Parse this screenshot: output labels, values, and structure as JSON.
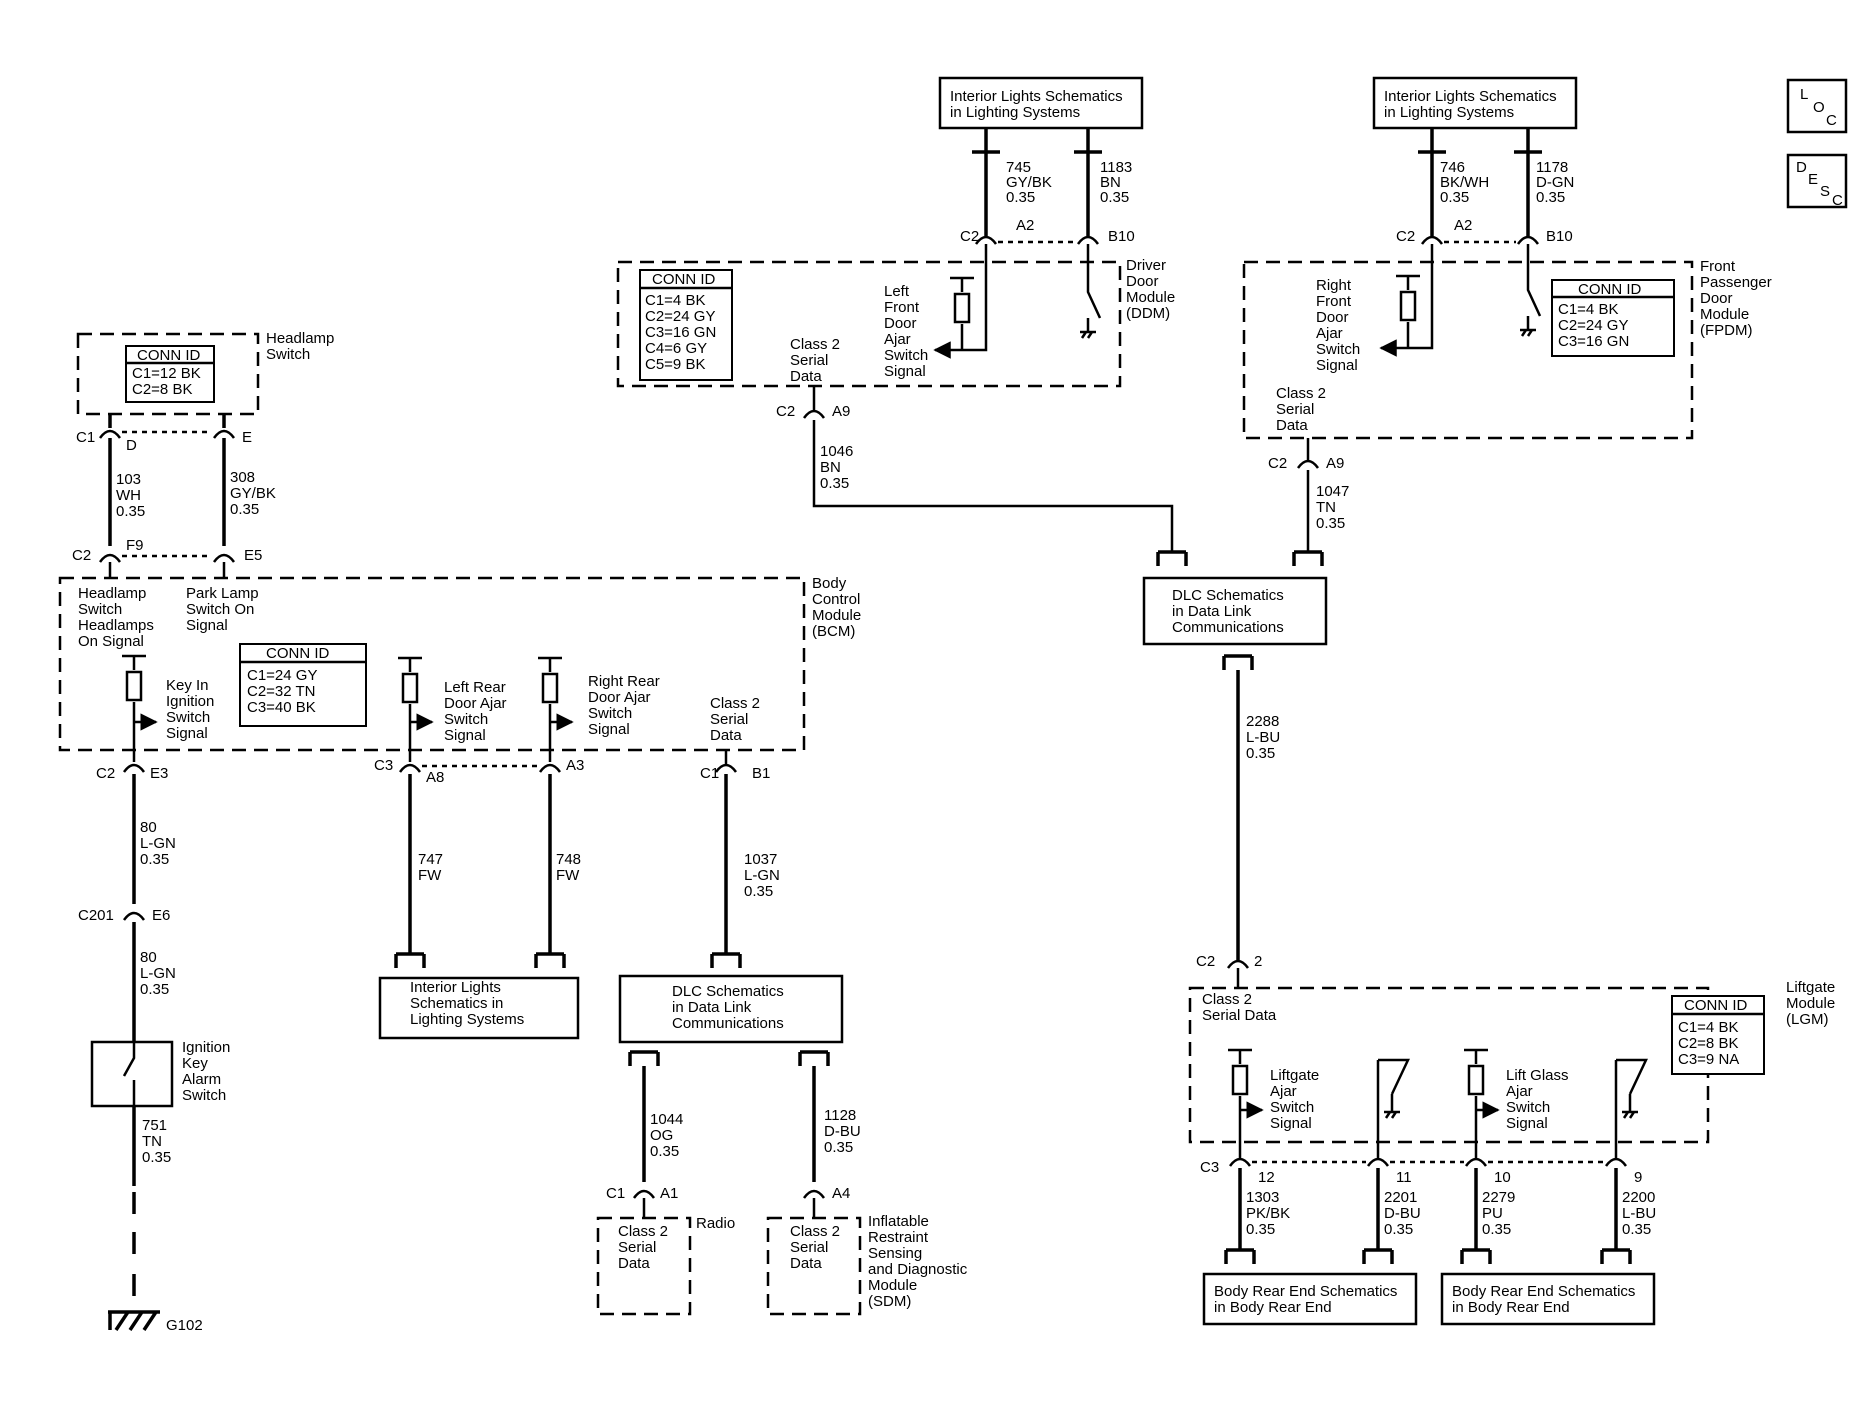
{
  "loc_desc": {
    "loc": [
      "L",
      "O",
      "C"
    ],
    "desc": [
      "D",
      "E",
      "S",
      "C"
    ]
  },
  "modules": {
    "headlamp": {
      "name": [
        "Headlamp",
        "Switch"
      ],
      "conn_title": "CONN ID",
      "conn": [
        "C1=12 BK",
        "C2=8 BK"
      ]
    },
    "bcm": {
      "name": [
        "Body",
        "Control",
        "Module",
        "(BCM)"
      ],
      "conn_title": "CONN ID",
      "conn": [
        "C1=24 GY",
        "C2=32 TN",
        "C3=40 BK"
      ],
      "sig_headlamp": [
        "Headlamp",
        "Switch",
        "Headlamps",
        "On Signal"
      ],
      "sig_park": [
        "Park Lamp",
        "Switch On",
        "Signal"
      ],
      "sig_keyin": [
        "Key In",
        "Ignition",
        "Switch",
        "Signal"
      ],
      "sig_lr": [
        "Left Rear",
        "Door Ajar",
        "Switch",
        "Signal"
      ],
      "sig_rr": [
        "Right Rear",
        "Door Ajar",
        "Switch",
        "Signal"
      ],
      "sig_class2": [
        "Class 2",
        "Serial",
        "Data"
      ]
    },
    "ddm": {
      "name": [
        "Driver",
        "Door",
        "Module",
        "(DDM)"
      ],
      "conn_title": "CONN ID",
      "conn": [
        "C1=4 BK",
        "C2=24 GY",
        "C3=16 GN",
        "C4=6 GY",
        "C5=9 BK"
      ],
      "sig_class2": [
        "Class 2",
        "Serial",
        "Data"
      ],
      "sig_ajar": [
        "Left",
        "Front",
        "Door",
        "Ajar",
        "Switch",
        "Signal"
      ]
    },
    "fpdm": {
      "name": [
        "Front",
        "Passenger",
        "Door",
        "Module",
        "(FPDM)"
      ],
      "conn_title": "CONN ID",
      "conn": [
        "C1=4 BK",
        "C2=24 GY",
        "C3=16 GN"
      ],
      "sig_class2": [
        "Class 2",
        "Serial",
        "Data"
      ],
      "sig_ajar": [
        "Right",
        "Front",
        "Door",
        "Ajar",
        "Switch",
        "Signal"
      ]
    },
    "lgm": {
      "name": [
        "Liftgate",
        "Module",
        "(LGM)"
      ],
      "conn_title": "CONN ID",
      "conn": [
        "C1=4 BK",
        "C2=8 BK",
        "C3=9 NA"
      ],
      "sig_class2": [
        "Class 2",
        "Serial Data"
      ],
      "sig_liftgate": [
        "Liftgate",
        "Ajar",
        "Switch",
        "Signal"
      ],
      "sig_liftglass": [
        "Lift Glass",
        "Ajar",
        "Switch",
        "Signal"
      ]
    },
    "radio": {
      "name": [
        "Radio"
      ],
      "sig": [
        "Class 2",
        "Serial",
        "Data"
      ]
    },
    "sdm": {
      "name": [
        "Inflatable",
        "Restraint",
        "Sensing",
        "and Diagnostic",
        "Module",
        "(SDM)"
      ],
      "sig": [
        "Class 2",
        "Serial",
        "Data"
      ]
    },
    "ign_switch": {
      "name": [
        "Ignition",
        "Key",
        "Alarm",
        "Switch"
      ]
    },
    "ground": {
      "label": "G102"
    }
  },
  "refs": {
    "il_ddm": [
      "Interior Lights Schematics",
      "in Lighting Systems"
    ],
    "il_fpdm": [
      "Interior Lights Schematics",
      "in Lighting Systems"
    ],
    "dlc_top": [
      "DLC Schematics",
      "in Data Link",
      "Communications"
    ],
    "il_bcm": [
      "Interior Lights",
      "Schematics in",
      "Lighting Systems"
    ],
    "dlc_bottom": [
      "DLC Schematics",
      "in Data Link",
      "Communications"
    ],
    "bre_1": [
      "Body Rear End Schematics",
      "in Body Rear End"
    ],
    "bre_2": [
      "Body Rear End Schematics",
      "in Body Rear End"
    ]
  },
  "wires": {
    "w745": [
      "745",
      "GY/BK",
      "0.35"
    ],
    "w1183": [
      "1183",
      "BN",
      "0.35"
    ],
    "w746": [
      "746",
      "BK/WH",
      "0.35"
    ],
    "w1178": [
      "1178",
      "D-GN",
      "0.35"
    ],
    "w1046": [
      "1046",
      "BN",
      "0.35"
    ],
    "w1047": [
      "1047",
      "TN",
      "0.35"
    ],
    "w2288": [
      "2288",
      "L-BU",
      "0.35"
    ],
    "w103": [
      "103",
      "WH",
      "0.35"
    ],
    "w308": [
      "308",
      "GY/BK",
      "0.35"
    ],
    "w80a": [
      "80",
      "L-GN",
      "0.35"
    ],
    "w80b": [
      "80",
      "L-GN",
      "0.35"
    ],
    "w751": [
      "751",
      "TN",
      "0.35"
    ],
    "w747": [
      "747",
      "FW"
    ],
    "w748": [
      "748",
      "FW"
    ],
    "w1037": [
      "1037",
      "L-GN",
      "0.35"
    ],
    "w1044": [
      "1044",
      "OG",
      "0.35"
    ],
    "w1128": [
      "1128",
      "D-BU",
      "0.35"
    ],
    "w1303": [
      "1303",
      "PK/BK",
      "0.35"
    ],
    "w2201": [
      "2201",
      "D-BU",
      "0.35"
    ],
    "w2279": [
      "2279",
      "PU",
      "0.35"
    ],
    "w2200": [
      "2200",
      "L-BU",
      "0.35"
    ]
  },
  "pins": {
    "ddm_c2": "C2",
    "ddm_a2": "A2",
    "ddm_b10": "B10",
    "ddm_c2b": "C2",
    "ddm_a9": "A9",
    "fpdm_c2": "C2",
    "fpdm_a2": "A2",
    "fpdm_b10": "B10",
    "fpdm_c2b": "C2",
    "fpdm_a9": "A9",
    "hs_c1": "C1",
    "hs_d": "D",
    "hs_e": "E",
    "bcm_c2": "C2",
    "bcm_f9": "F9",
    "bcm_e5": "E5",
    "bcm_c2b": "C2",
    "bcm_e3": "E3",
    "bcm_c3": "C3",
    "bcm_a8": "A8",
    "bcm_a3": "A3",
    "bcm_c1": "C1",
    "bcm_b1": "B1",
    "c201": "C201",
    "e6": "E6",
    "radio_c1": "C1",
    "radio_a1": "A1",
    "sdm_a4": "A4",
    "lgm_c2": "C2",
    "lgm_2": "2",
    "lgm_c3": "C3",
    "lgm_12": "12",
    "lgm_11": "11",
    "lgm_10": "10",
    "lgm_9": "9"
  }
}
